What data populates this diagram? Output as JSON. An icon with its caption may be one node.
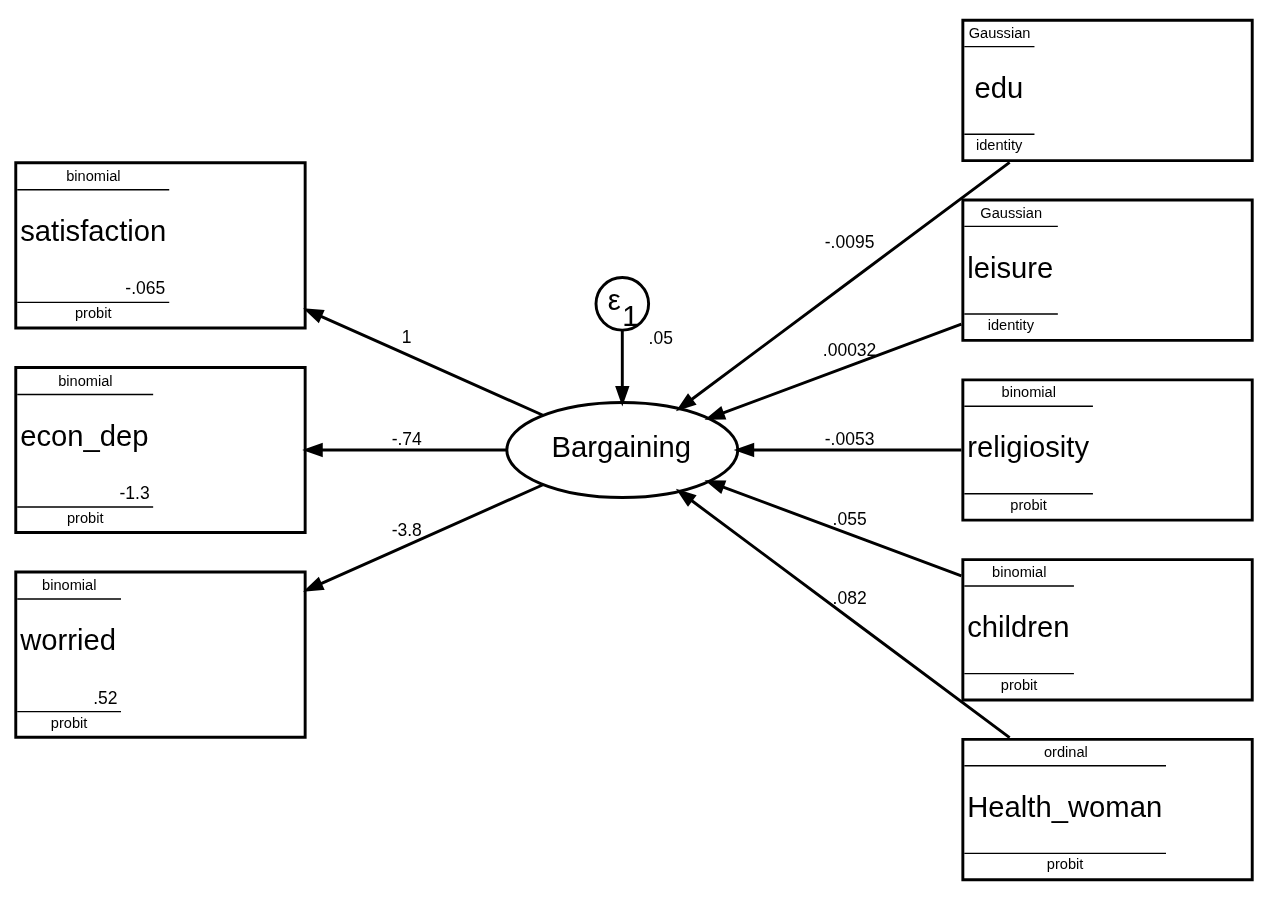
{
  "diagram": {
    "nodes": [
      {
        "text": [
          "binomial",
          "satisfaction",
          "-.065",
          "probit"
        ]
      },
      {
        "text": [
          "binomial",
          "econ_dep",
          "-1.3",
          "probit"
        ]
      },
      {
        "text": [
          "binomial",
          "worried",
          ".52",
          "probit"
        ]
      },
      {
        "text": [
          "Bargaining"
        ]
      },
      {
        "text": [
          "ε$_{1}$"
        ],
        "beside": [
          ".05"
        ]
      },
      {
        "text": [
          "Gaussian",
          "edu",
          "identity"
        ]
      },
      {
        "text": [
          "Gaussian",
          "leisure",
          "identity"
        ]
      },
      {
        "text": [
          "binomial",
          "religiosity",
          "probit"
        ]
      },
      {
        "text": [
          "binomial",
          "children",
          "probit"
        ]
      },
      {
        "text": [
          "ordinal",
          "Health_woman",
          "probit"
        ]
      }
    ],
    "edges": [
      {
        "from": 3,
        "to": 0,
        "arrow": "to",
        "label": "1"
      },
      {
        "from": 3,
        "to": 1,
        "arrow": "to",
        "label": "-.74"
      },
      {
        "from": 3,
        "to": 2,
        "arrow": "to",
        "label": "-3.8"
      },
      {
        "from": 4,
        "to": 3,
        "arrow": "to"
      },
      {
        "from": 5,
        "to": 3,
        "arrow": "to",
        "label": "-.0095"
      },
      {
        "from": 6,
        "to": 3,
        "arrow": "to",
        "label": ".00032"
      },
      {
        "from": 7,
        "to": 3,
        "arrow": "to",
        "label": "-.0053"
      },
      {
        "from": 8,
        "to": 3,
        "arrow": "to",
        "label": ".055"
      },
      {
        "from": 9,
        "to": 3,
        "arrow": "to",
        "label": ".082"
      }
    ]
  }
}
